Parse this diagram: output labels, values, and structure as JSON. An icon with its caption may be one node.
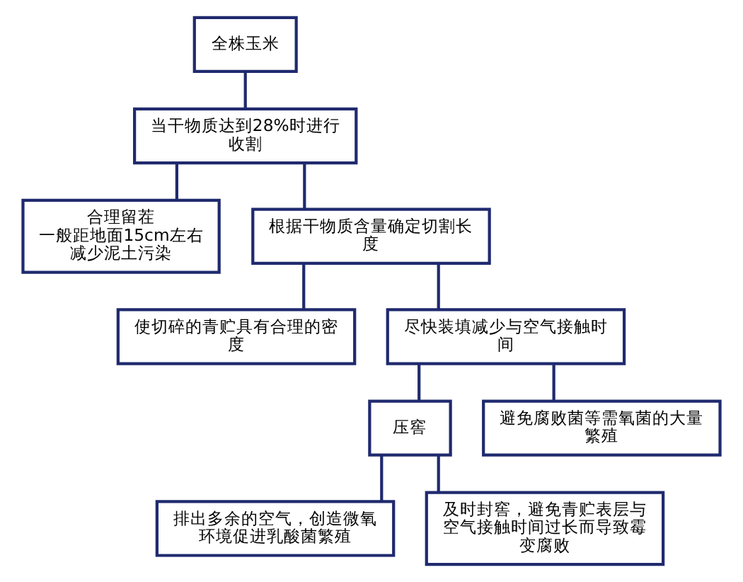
{
  "diagram": {
    "nodes": [
      {
        "text": [
          "全株玉米"
        ]
      },
      {
        "text": [
          "当干物质达到28%时进行收割"
        ]
      },
      {
        "text": [
          "合理留茬",
          "一般距地面15cm左右",
          "减少泥土污染"
        ]
      },
      {
        "text": [
          "根据干物质含量确定切割长度"
        ]
      },
      {
        "text": [
          "使切碎的青贮具有合理的密度"
        ]
      },
      {
        "text": [
          "尽快装填减少与空气接触时间"
        ]
      },
      {
        "text": [
          "压窖"
        ]
      },
      {
        "text": [
          "避免腐败菌等需氧菌的大量繁殖"
        ]
      },
      {
        "text": [
          "排出多余的空气，创造微氧环境促进乳酸菌繁殖"
        ]
      },
      {
        "text": [
          "及时封窖，避免青贮表层与空气接触时间过长而导致霉变腐败"
        ]
      }
    ],
    "edges": [
      {
        "from": 0,
        "to": 1,
        "arrow": "none"
      },
      {
        "from": 1,
        "to": 2,
        "arrow": "none"
      },
      {
        "from": 1,
        "to": 3,
        "arrow": "none"
      },
      {
        "from": 3,
        "to": 4,
        "arrow": "none"
      },
      {
        "from": 3,
        "to": 5,
        "arrow": "none"
      },
      {
        "from": 5,
        "to": 6,
        "arrow": "none"
      },
      {
        "from": 5,
        "to": 7,
        "arrow": "none"
      },
      {
        "from": 6,
        "to": 8,
        "arrow": "none"
      },
      {
        "from": 6,
        "to": 9,
        "arrow": "none"
      }
    ]
  }
}
